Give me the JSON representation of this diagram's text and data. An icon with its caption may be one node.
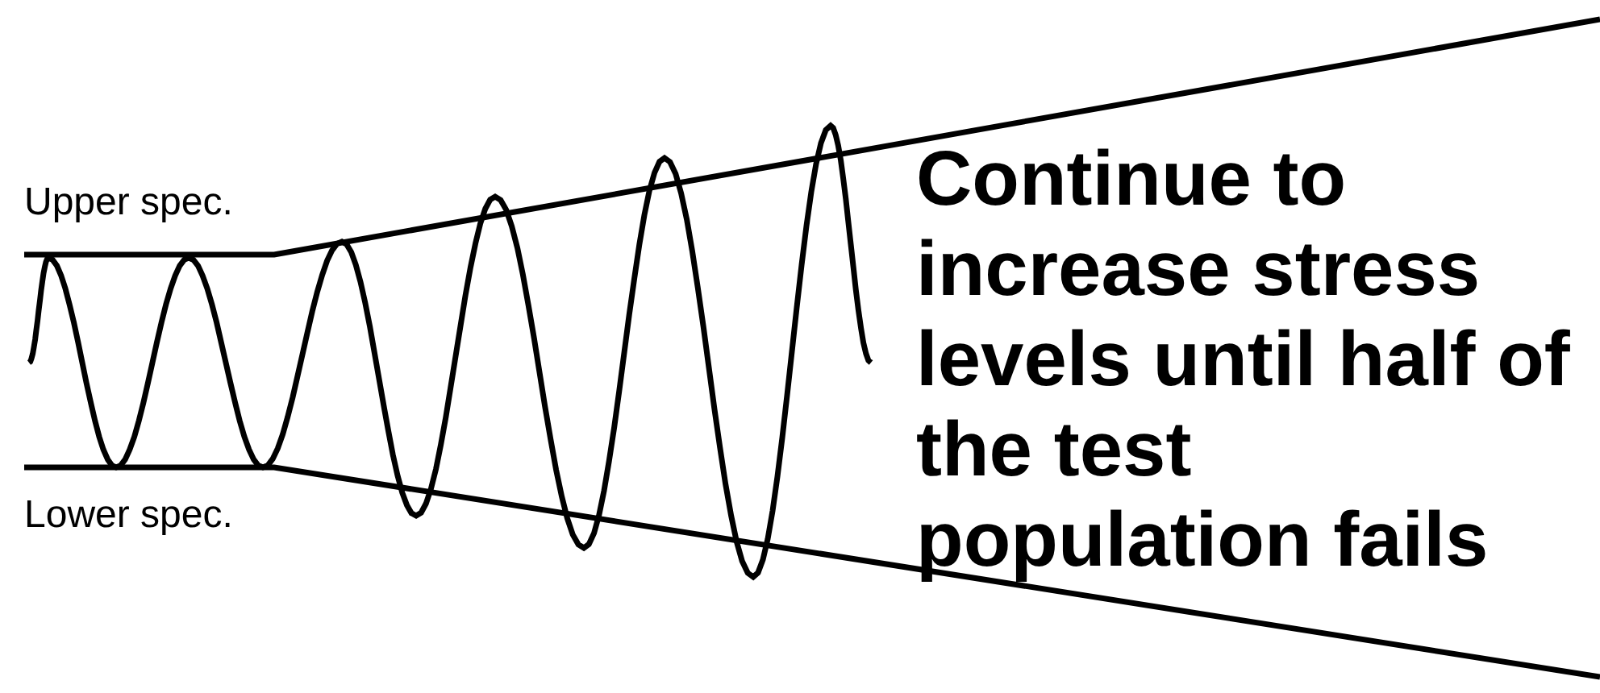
{
  "diagram": {
    "labels": [
      "Upper spec.",
      "Lower spec.",
      "Continue to increase stress levels until half of the test population fails"
    ]
  }
}
